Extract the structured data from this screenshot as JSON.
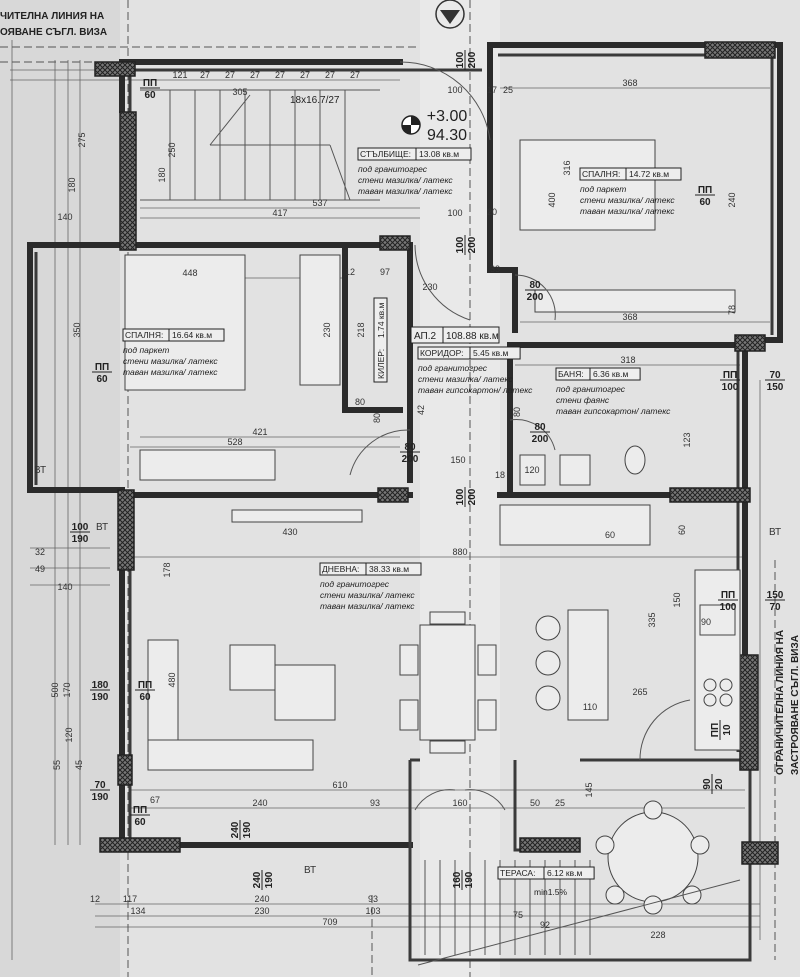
{
  "title_boundary_top": [
    "ЧИТЕЛНА ЛИНИЯ НА",
    "ОЯВАНЕ СЪГЛ. ВИЗА"
  ],
  "title_boundary_right": [
    "ОГРАНИЧИТЕЛНА ЛИНИЯ НА",
    "ЗАСТРОЯВАНЕ СЪГЛ. ВИЗА"
  ],
  "elevation": {
    "relative": "+3.00",
    "absolute": "94.30"
  },
  "stair_spec": "18x16.7/27",
  "apartment": {
    "name": "АП.2",
    "area": "108.88 кв.м"
  },
  "rooms": [
    {
      "name": "СТЪЛБИЩЕ:",
      "area": "13.08 кв.м",
      "finishes": [
        "под гранитогрес",
        "стени мазилка/ латекс",
        "таван мазилка/ латекс"
      ]
    },
    {
      "name": "СПАЛНЯ:",
      "area": "14.72 кв.м",
      "finishes": [
        "под паркет",
        "стени мазилка/ латекс",
        "таван мазилка/ латекс"
      ]
    },
    {
      "name": "СПАЛНЯ:",
      "area": "16.64 кв.м",
      "finishes": [
        "под паркет",
        "стени мазилка/ латекс",
        "таван мазилка/ латекс"
      ]
    },
    {
      "name": "КОРИДОР:",
      "area": "5.45 кв.м",
      "finishes": [
        "под гранитогрес",
        "стени мазилка/ латекс",
        "таван гипсокартон/ латекс"
      ]
    },
    {
      "name": "БАНЯ:",
      "area": "6.36 кв.м",
      "finishes": [
        "под гранитогрес",
        "стени фаянс",
        "таван гипсокартон/ латекс"
      ]
    },
    {
      "name": "ДНЕВНА:",
      "area": "38.33 кв.м",
      "finishes": [
        "под гранитогрес",
        "стени мазилка/ латекс",
        "таван мазилка/ латекс"
      ]
    },
    {
      "name": "ТЕРАСА:",
      "area": "6.12 кв.м",
      "finishes": []
    }
  ],
  "storage": {
    "name": "КИЛЕР:",
    "area": "1.74 кв.м"
  },
  "slope": "min1.5%",
  "openings": [
    {
      "top": "ПП",
      "bottom": "60"
    },
    {
      "top": "ПП",
      "bottom": "60"
    },
    {
      "top": "ПП",
      "bottom": "60"
    },
    {
      "top": "ПП",
      "bottom": "60"
    },
    {
      "top": "ПП",
      "bottom": "60"
    },
    {
      "top": "ПП",
      "bottom": "100"
    },
    {
      "top": "ПП",
      "bottom": "100"
    },
    {
      "top": "100",
      "bottom": "200"
    },
    {
      "top": "100",
      "bottom": "200"
    },
    {
      "top": "80",
      "bottom": "200"
    },
    {
      "top": "80",
      "bottom": "200"
    },
    {
      "top": "80",
      "bottom": "200"
    },
    {
      "top": "100",
      "bottom": "200"
    },
    {
      "top": "240",
      "bottom": "190"
    },
    {
      "top": "180",
      "bottom": "190"
    },
    {
      "top": "70",
      "bottom": "190"
    },
    {
      "top": "240",
      "bottom": "190"
    },
    {
      "top": "100",
      "bottom": "190"
    },
    {
      "top": "70",
      "bottom": "150"
    },
    {
      "top": "150",
      "bottom": "70"
    },
    {
      "top": "160",
      "bottom": "190"
    },
    {
      "top": "ПП",
      "bottom": "10"
    },
    {
      "top": "90",
      "bottom": "20"
    }
  ],
  "window_tags": [
    "ВТ",
    "ВТ",
    "ВТ",
    "ВТ"
  ],
  "dimensions": [
    "121",
    "27",
    "27",
    "27",
    "27",
    "27",
    "27",
    "27",
    "305",
    "250",
    "180",
    "417",
    "537",
    "100",
    "17",
    "25",
    "368",
    "240",
    "400",
    "316",
    "368",
    "78",
    "20",
    "100",
    "448",
    "350",
    "230",
    "218",
    "97",
    "80",
    "421",
    "528",
    "12",
    "230",
    "33",
    "150",
    "18",
    "42",
    "318",
    "120",
    "123",
    "880",
    "430",
    "178",
    "480",
    "335",
    "150",
    "265",
    "110",
    "610",
    "93",
    "240",
    "160",
    "67",
    "50",
    "25",
    "145",
    "275",
    "180",
    "140",
    "500",
    "170",
    "120",
    "55",
    "45",
    "32",
    "49",
    "140",
    "117",
    "240",
    "93",
    "134",
    "230",
    "103",
    "709",
    "12",
    "75",
    "92",
    "228",
    "60",
    "60",
    "80",
    "80",
    "90"
  ]
}
